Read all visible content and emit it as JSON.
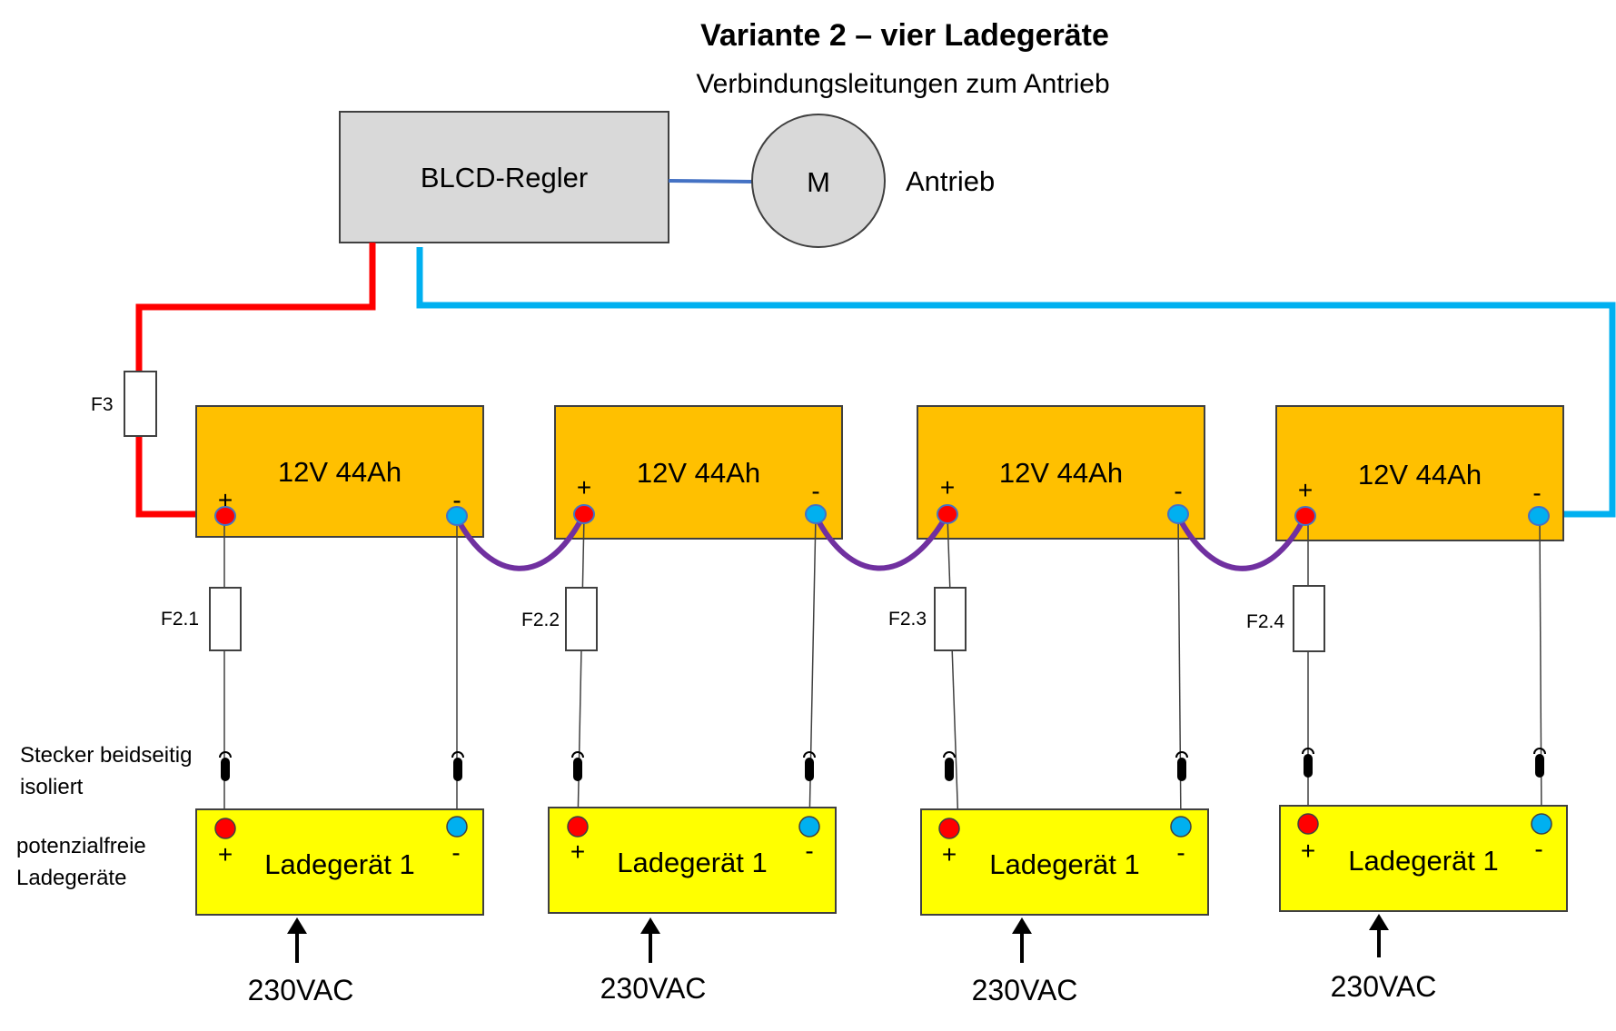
{
  "title": "Variante 2 – vier Ladegeräte",
  "subtitle": "Verbindungsleitungen zum Antrieb",
  "controller": {
    "label": "BLCD-Regler"
  },
  "motor": {
    "symbol": "M",
    "label": "Antrieb"
  },
  "main_fuse": {
    "label": "F3"
  },
  "batteries": [
    {
      "label": "12V 44Ah",
      "plus": "+",
      "minus": "-"
    },
    {
      "label": "12V 44Ah",
      "plus": "+",
      "minus": "-"
    },
    {
      "label": "12V 44Ah",
      "plus": "+",
      "minus": "-"
    },
    {
      "label": "12V 44Ah",
      "plus": "+",
      "minus": "-"
    }
  ],
  "charger_fuses": [
    "F2.1",
    "F2.2",
    "F2.3",
    "F2.4"
  ],
  "chargers": [
    {
      "label": "Ladegerät 1",
      "plus": "+",
      "minus": "-",
      "input": "230VAC"
    },
    {
      "label": "Ladegerät 1",
      "plus": "+",
      "minus": "-",
      "input": "230VAC"
    },
    {
      "label": "Ladegerät 1",
      "plus": "+",
      "minus": "-",
      "input": "230VAC"
    },
    {
      "label": "Ladegerät 1",
      "plus": "+",
      "minus": "-",
      "input": "230VAC"
    }
  ],
  "notes": {
    "connector_line1": "Stecker beidseitig",
    "connector_line2": "isoliert",
    "charger_line1": "potenzialfreie",
    "charger_line2": "Ladegeräte"
  },
  "colors": {
    "positive_wire": "#ff0000",
    "negative_wire": "#00b0f0",
    "series_link": "#7030a0",
    "motor_wire": "#4472c4",
    "battery_fill": "#ffc000",
    "charger_fill": "#ffff00",
    "controller_fill": "#d9d9d9",
    "positive_terminal": "#ff0000",
    "negative_terminal": "#00b0f0"
  }
}
